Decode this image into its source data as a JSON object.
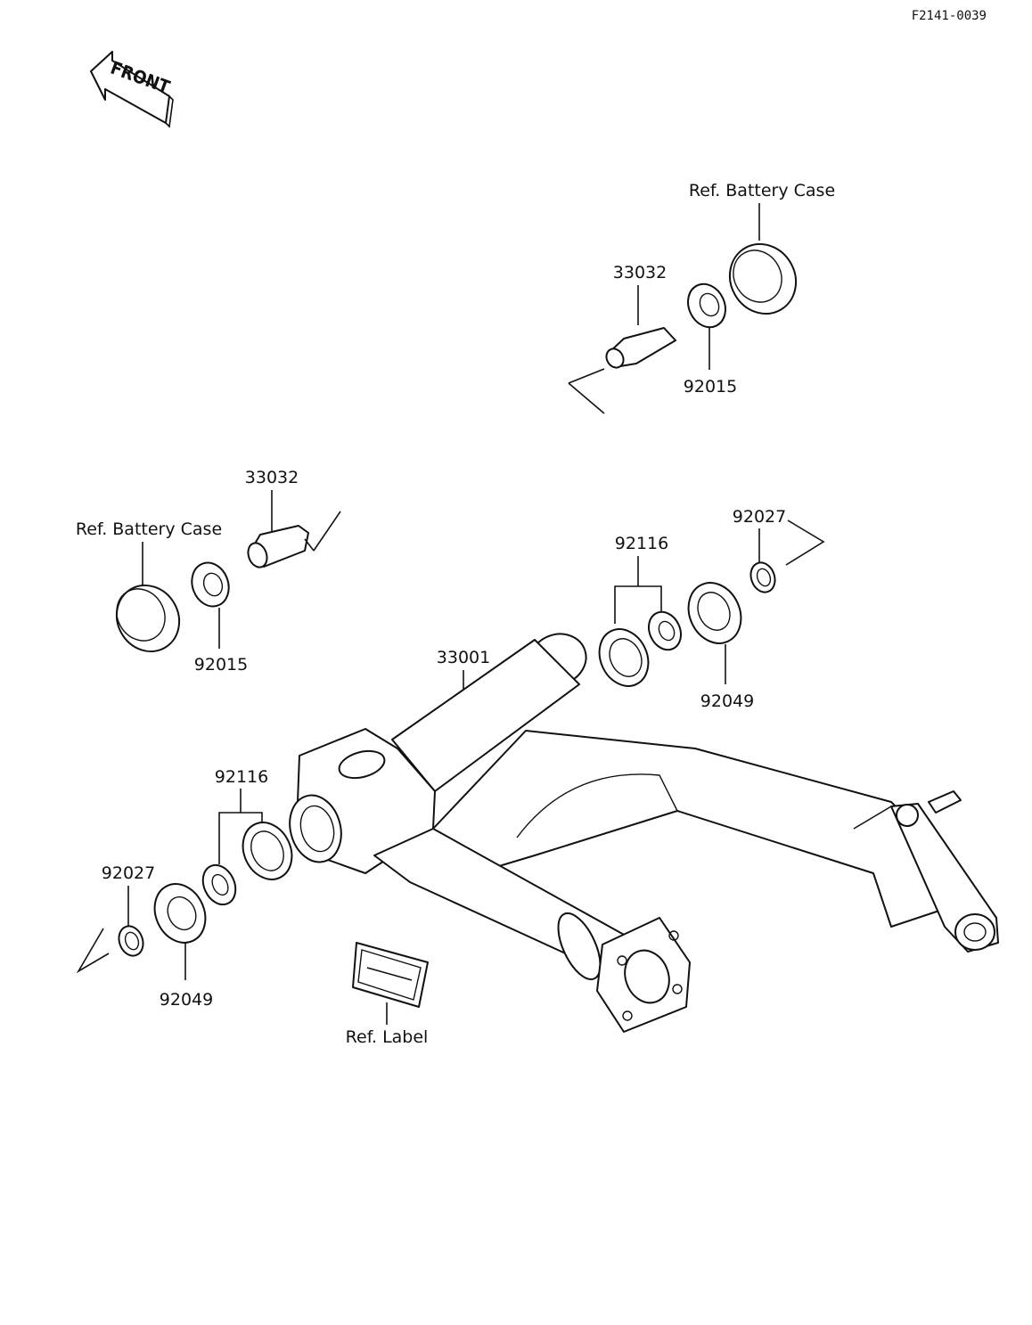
{
  "diagram": {
    "code": "F2141-0039",
    "front_label": "FRONT",
    "labels": {
      "ref_battery_case_top": "Ref. Battery Case",
      "p33032_top": "33032",
      "p92015_top": "92015",
      "p33032_left": "33032",
      "ref_battery_case_left": "Ref. Battery Case",
      "p92015_left": "92015",
      "p92027_right": "92027",
      "p92116_right": "92116",
      "p33001": "33001",
      "p92049_right": "92049",
      "p92116_left": "92116",
      "p92027_left": "92027",
      "p92049_left": "92049",
      "ref_label": "Ref. Label"
    }
  }
}
